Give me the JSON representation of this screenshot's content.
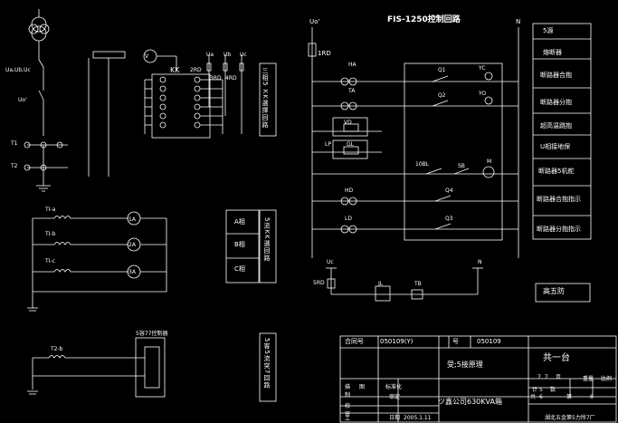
{
  "colors": {
    "background": "#000000",
    "line": "#ffffff",
    "accent": "#ffffff"
  },
  "title": "FIS-1250控制回路",
  "bus_left": "Uo'",
  "bus_right": "N",
  "fuse": "1RD",
  "left_top": {
    "phase_label": "Ua,Ub,Uc",
    "uo_label": "Uo'",
    "t1": "T1",
    "t2": "T2"
  },
  "selector": {
    "kk": "KK",
    "v": "V",
    "rd": [
      "2RD",
      "3RD",
      "4RD"
    ],
    "buses": [
      "Ua",
      "Ub",
      "Uc"
    ],
    "vertical_box": "三相5 KK選擇回路"
  },
  "ct": [
    "TI-a",
    "TI-b",
    "TI-c"
  ],
  "meters": [
    "1A",
    "2A",
    "3A"
  ],
  "phase_boxes": [
    "A相",
    "B相",
    "C相"
  ],
  "phase_box_side": "5流KK選回路",
  "t2b": "T2-b",
  "lower_box_label": "5容77控制器",
  "lower_box_side": "5客5流突7回路",
  "control": {
    "ha": "HA",
    "ta": "TA",
    "vd": "VD",
    "lp": "LP",
    "gl": "GL",
    "row_contacts": [
      "Q1",
      "Q2"
    ],
    "coils": [
      "YC",
      "YO"
    ],
    "s_left": "10BL",
    "sb": "SB",
    "m": "M",
    "hd": "HD",
    "ld": "LD",
    "q4": "Q4",
    "q3": "Q3"
  },
  "legend": [
    "5源",
    "熔断器",
    "断路器合抱",
    "断路器分抱",
    "超高温跳抱",
    "U相接地保",
    "断路器5机舵",
    "断路器合抱指示",
    "断路器分抱指示"
  ],
  "heater": {
    "uc": "Uc",
    "n": "N",
    "rd": "5RD",
    "jl": "JL",
    "ta": "TB"
  },
  "heater_label": "高五防",
  "titleblock": {
    "r1": [
      "合同号",
      "050109(Y)",
      "号",
      "050109"
    ],
    "r2": [
      "受;5接原理",
      "共一台"
    ],
    "r3": [
      "7",
      "7",
      "页",
      "计",
      "5",
      "数",
      "重量",
      "比例"
    ],
    "roles": [
      "描",
      "图",
      "制",
      "校",
      "审",
      "工"
    ],
    "roles2": [
      "标准化",
      "审定",
      "日期"
    ],
    "date": "2005.1.11",
    "project": "ツ鑫公司630KVA箱",
    "sheet": [
      "共",
      "6",
      "第",
      "6"
    ],
    "company": "湖北五金第5力所7厂"
  }
}
